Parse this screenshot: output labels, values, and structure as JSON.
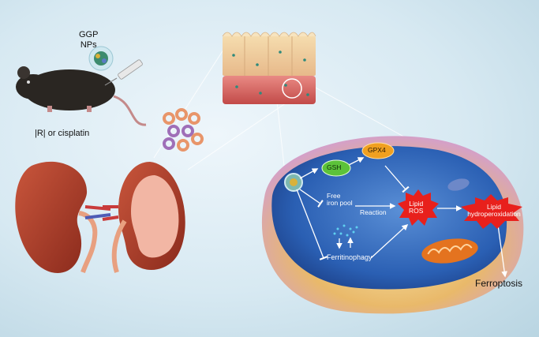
{
  "labels": {
    "ggp_line1": "GGP",
    "ggp_line2": "NPs",
    "treatment": "|R| or cisplatin",
    "gsh": "GSH",
    "gpx4": "GPX4",
    "free_iron_line1": "Free",
    "free_iron_line2": "iron pool",
    "reaction": "Reaction",
    "lipid_ros_line1": "Lipid",
    "lipid_ros_line2": "ROS",
    "lipid_hydro_line1": "Lipid",
    "lipid_hydro_line2": "hydroperoxidation",
    "ferritinophagy": "Ferritinophagy",
    "ferroptosis": "Ferroptosis"
  },
  "colors": {
    "gsh_fill": "#5cc23a",
    "gpx4_fill": "#f0a020",
    "burst_fill": "#e8201c",
    "cell_inner": "#2a5fb3",
    "kidney": "#b8402c"
  }
}
